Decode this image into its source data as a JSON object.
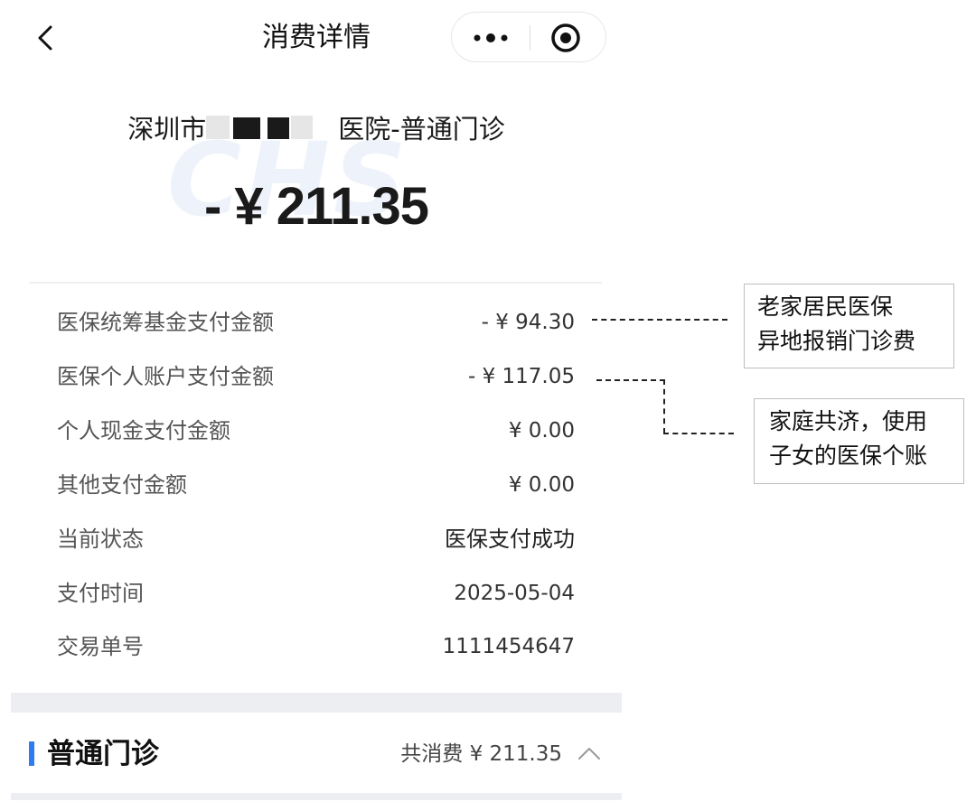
{
  "header": {
    "title": "消费详情",
    "back_icon": "chevron-left-icon",
    "more_icon": "more-dots-icon",
    "close_icon": "target-circle-icon"
  },
  "watermark": "CHS",
  "summary": {
    "hospital_prefix": "深圳市",
    "hospital_suffix": "医院-普通门诊",
    "amount": "- ¥ 211.35"
  },
  "details": [
    {
      "label": "医保统筹基金支付金额",
      "value": "- ¥ 94.30"
    },
    {
      "label": "医保个人账户支付金额",
      "value": "- ¥ 117.05"
    },
    {
      "label": "个人现金支付金额",
      "value": "¥ 0.00"
    },
    {
      "label": "其他支付金额",
      "value": "¥ 0.00"
    },
    {
      "label": "当前状态",
      "value": "医保支付成功"
    },
    {
      "label": "支付时间",
      "value": "2025-05-04"
    },
    {
      "label": "交易单号",
      "value": "1111454647"
    }
  ],
  "section": {
    "title": "普通门诊",
    "total": "共消费 ¥ 211.35",
    "accent_color": "#2f7bf5",
    "chevron_icon": "chevron-up-icon"
  },
  "annotations": [
    {
      "line1": "老家居民医保",
      "line2": "异地报销门诊费"
    },
    {
      "line1": "家庭共济，使用",
      "line2": "子女的医保个账"
    }
  ]
}
